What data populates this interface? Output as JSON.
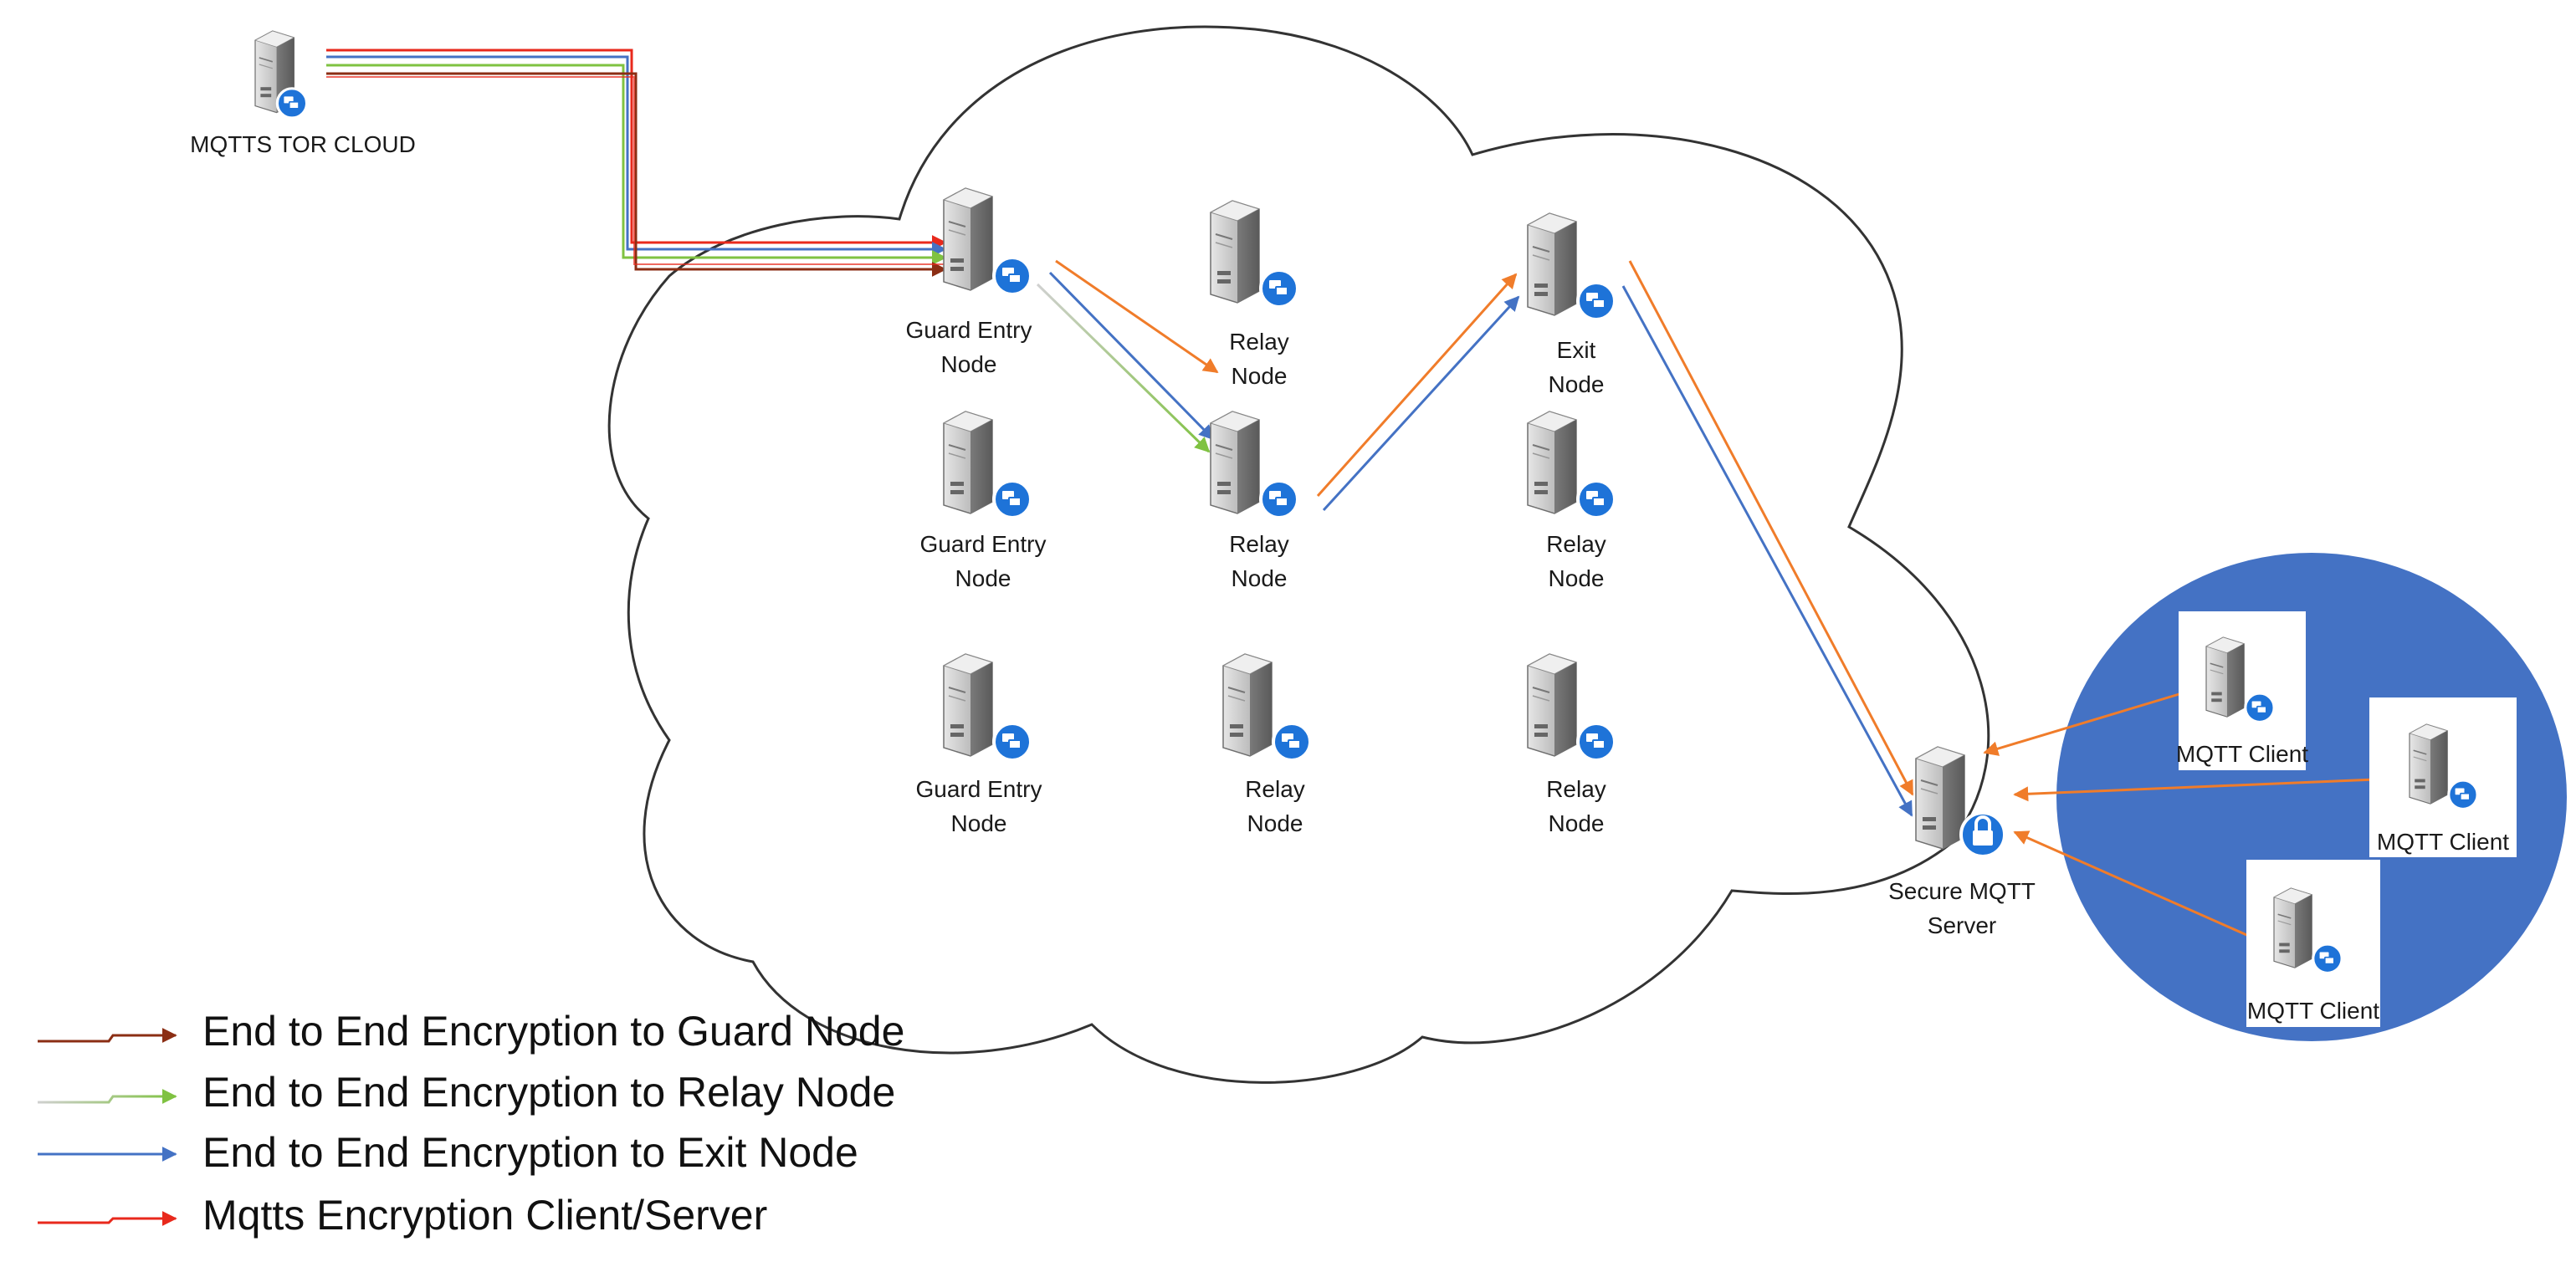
{
  "colors": {
    "guard": "#8B2E14",
    "relay_start": "#c9c9c9",
    "relay_end": "#7fc241",
    "exit": "#4472c4",
    "client_server": "#e8291c",
    "orange": "#f07c2a",
    "client_cloud_fill": "#4472c4",
    "cloud_stroke": "#333333"
  },
  "source": {
    "label": "MQTTS TOR CLOUD",
    "icon": "server-icon"
  },
  "nodes": [
    {
      "id": "guard1",
      "line1": "Guard Entry",
      "line2": "Node",
      "icon": "server-icon"
    },
    {
      "id": "relayA",
      "line1": "Relay",
      "line2": "Node",
      "icon": "server-icon"
    },
    {
      "id": "exit",
      "line1": "Exit",
      "line2": "Node",
      "icon": "server-icon"
    },
    {
      "id": "guard2",
      "line1": "Guard Entry",
      "line2": "Node",
      "icon": "server-icon"
    },
    {
      "id": "relayB",
      "line1": "Relay",
      "line2": "Node",
      "icon": "server-icon"
    },
    {
      "id": "relayC",
      "line1": "Relay",
      "line2": "Node",
      "icon": "server-icon"
    },
    {
      "id": "guard3",
      "line1": "Guard Entry",
      "line2": "Node",
      "icon": "server-icon"
    },
    {
      "id": "relayD",
      "line1": "Relay",
      "line2": "Node",
      "icon": "server-icon"
    },
    {
      "id": "relayE",
      "line1": "Relay",
      "line2": "Node",
      "icon": "server-icon"
    }
  ],
  "server": {
    "line1": "Secure MQTT",
    "line2": "Server",
    "icon": "secure-server-icon"
  },
  "clients": [
    {
      "label": "MQTT Client",
      "icon": "server-icon"
    },
    {
      "label": "MQTT Client",
      "icon": "server-icon"
    },
    {
      "label": "MQTT Client",
      "icon": "server-icon"
    }
  ],
  "legend": [
    {
      "text": "End to End Encryption to Guard Node",
      "key": "guard"
    },
    {
      "text": "End to End Encryption to Relay Node",
      "key": "relay"
    },
    {
      "text": "End to End Encryption to Exit Node",
      "key": "exit"
    },
    {
      "text": "Mqtts Encryption Client/Server",
      "key": "client_server"
    }
  ]
}
